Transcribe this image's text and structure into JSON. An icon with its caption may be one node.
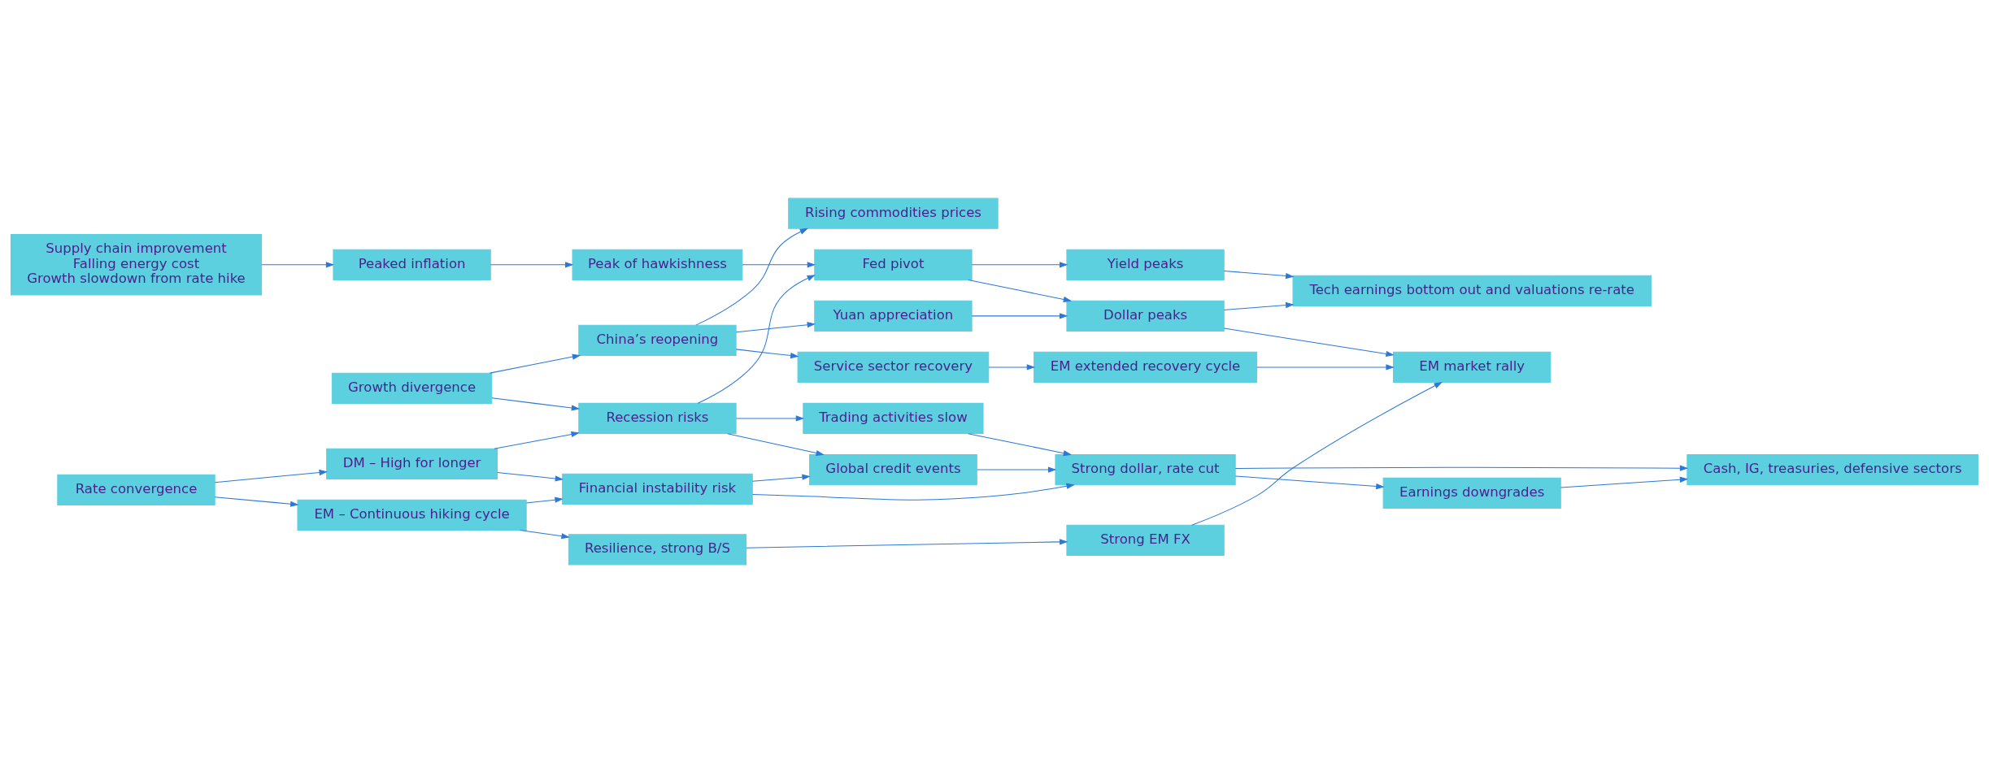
{
  "diagram": {
    "nodes": [
      {
        "text": [
          "Peaked inflation"
        ]
      },
      {
        "text": [
          "Supply chain improvement",
          "Falling energy cost",
          "Growth slowdown from rate hike"
        ]
      },
      {
        "text": [
          "Peak of hawkishness"
        ]
      },
      {
        "text": [
          "Fed pivot"
        ]
      },
      {
        "text": [
          "Yield peaks"
        ]
      },
      {
        "text": [
          "Dollar peaks"
        ]
      },
      {
        "text": [
          "Tech earnings bottom out and valuations re-rate"
        ]
      },
      {
        "text": [
          "Rising commodities prices"
        ]
      },
      {
        "text": [
          "Yuan appreciation"
        ]
      },
      {
        "text": [
          "Growth divergence"
        ]
      },
      {
        "text": [
          "China’s reopening"
        ]
      },
      {
        "text": [
          "Service sector recovery"
        ]
      },
      {
        "text": [
          "EM extended recovery cycle"
        ]
      },
      {
        "text": [
          "EM market rally"
        ]
      },
      {
        "text": [
          "Recession risks"
        ]
      },
      {
        "text": [
          "Trading activities slow"
        ]
      },
      {
        "text": [
          "Global credit events"
        ]
      },
      {
        "text": [
          "Strong dollar, rate cut"
        ]
      },
      {
        "text": [
          "Cash, IG, treasuries, defensive sectors"
        ]
      },
      {
        "text": [
          "Earnings downgrades"
        ]
      },
      {
        "text": [
          "Rate convergence"
        ]
      },
      {
        "text": [
          "DM – High for longer"
        ]
      },
      {
        "text": [
          "Financial instability risk"
        ]
      },
      {
        "text": [
          "EM – Continuous hiking cycle"
        ]
      },
      {
        "text": [
          "Resilience, strong B/S"
        ]
      },
      {
        "text": [
          "Strong EM FX"
        ]
      }
    ],
    "edges": [
      {
        "from": 1,
        "to": 0,
        "arrow": "to"
      },
      {
        "from": 0,
        "to": 2,
        "arrow": "to"
      },
      {
        "from": 2,
        "to": 3,
        "arrow": "to"
      },
      {
        "from": 3,
        "to": 4,
        "arrow": "to"
      },
      {
        "from": 3,
        "to": 5,
        "arrow": "to"
      },
      {
        "from": 4,
        "to": 6,
        "arrow": "to"
      },
      {
        "from": 5,
        "to": 6,
        "arrow": "to"
      },
      {
        "from": 5,
        "to": 13,
        "arrow": "to"
      },
      {
        "from": 10,
        "to": 7,
        "arrow": "to"
      },
      {
        "from": 14,
        "to": 3,
        "arrow": "to"
      },
      {
        "from": 10,
        "to": 8,
        "arrow": "to"
      },
      {
        "from": 10,
        "to": 11,
        "arrow": "to"
      },
      {
        "from": 8,
        "to": 5,
        "arrow": "to"
      },
      {
        "from": 11,
        "to": 12,
        "arrow": "to"
      },
      {
        "from": 12,
        "to": 13,
        "arrow": "to"
      },
      {
        "from": 9,
        "to": 10,
        "arrow": "to"
      },
      {
        "from": 9,
        "to": 14,
        "arrow": "to"
      },
      {
        "from": 14,
        "to": 15,
        "arrow": "to"
      },
      {
        "from": 14,
        "to": 16,
        "arrow": "to"
      },
      {
        "from": 15,
        "to": 17,
        "arrow": "to"
      },
      {
        "from": 16,
        "to": 17,
        "arrow": "to"
      },
      {
        "from": 17,
        "to": 18,
        "arrow": "to"
      },
      {
        "from": 17,
        "to": 19,
        "arrow": "to"
      },
      {
        "from": 19,
        "to": 18,
        "arrow": "to"
      },
      {
        "from": 20,
        "to": 21,
        "arrow": "to"
      },
      {
        "from": 20,
        "to": 23,
        "arrow": "to"
      },
      {
        "from": 21,
        "to": 14,
        "arrow": "to"
      },
      {
        "from": 21,
        "to": 22,
        "arrow": "to"
      },
      {
        "from": 23,
        "to": 22,
        "arrow": "to"
      },
      {
        "from": 23,
        "to": 24,
        "arrow": "to"
      },
      {
        "from": 22,
        "to": 16,
        "arrow": "to"
      },
      {
        "from": 22,
        "to": 17,
        "arrow": "to"
      },
      {
        "from": 24,
        "to": 25,
        "arrow": "to"
      },
      {
        "from": 25,
        "to": 13,
        "arrow": "to"
      }
    ]
  }
}
